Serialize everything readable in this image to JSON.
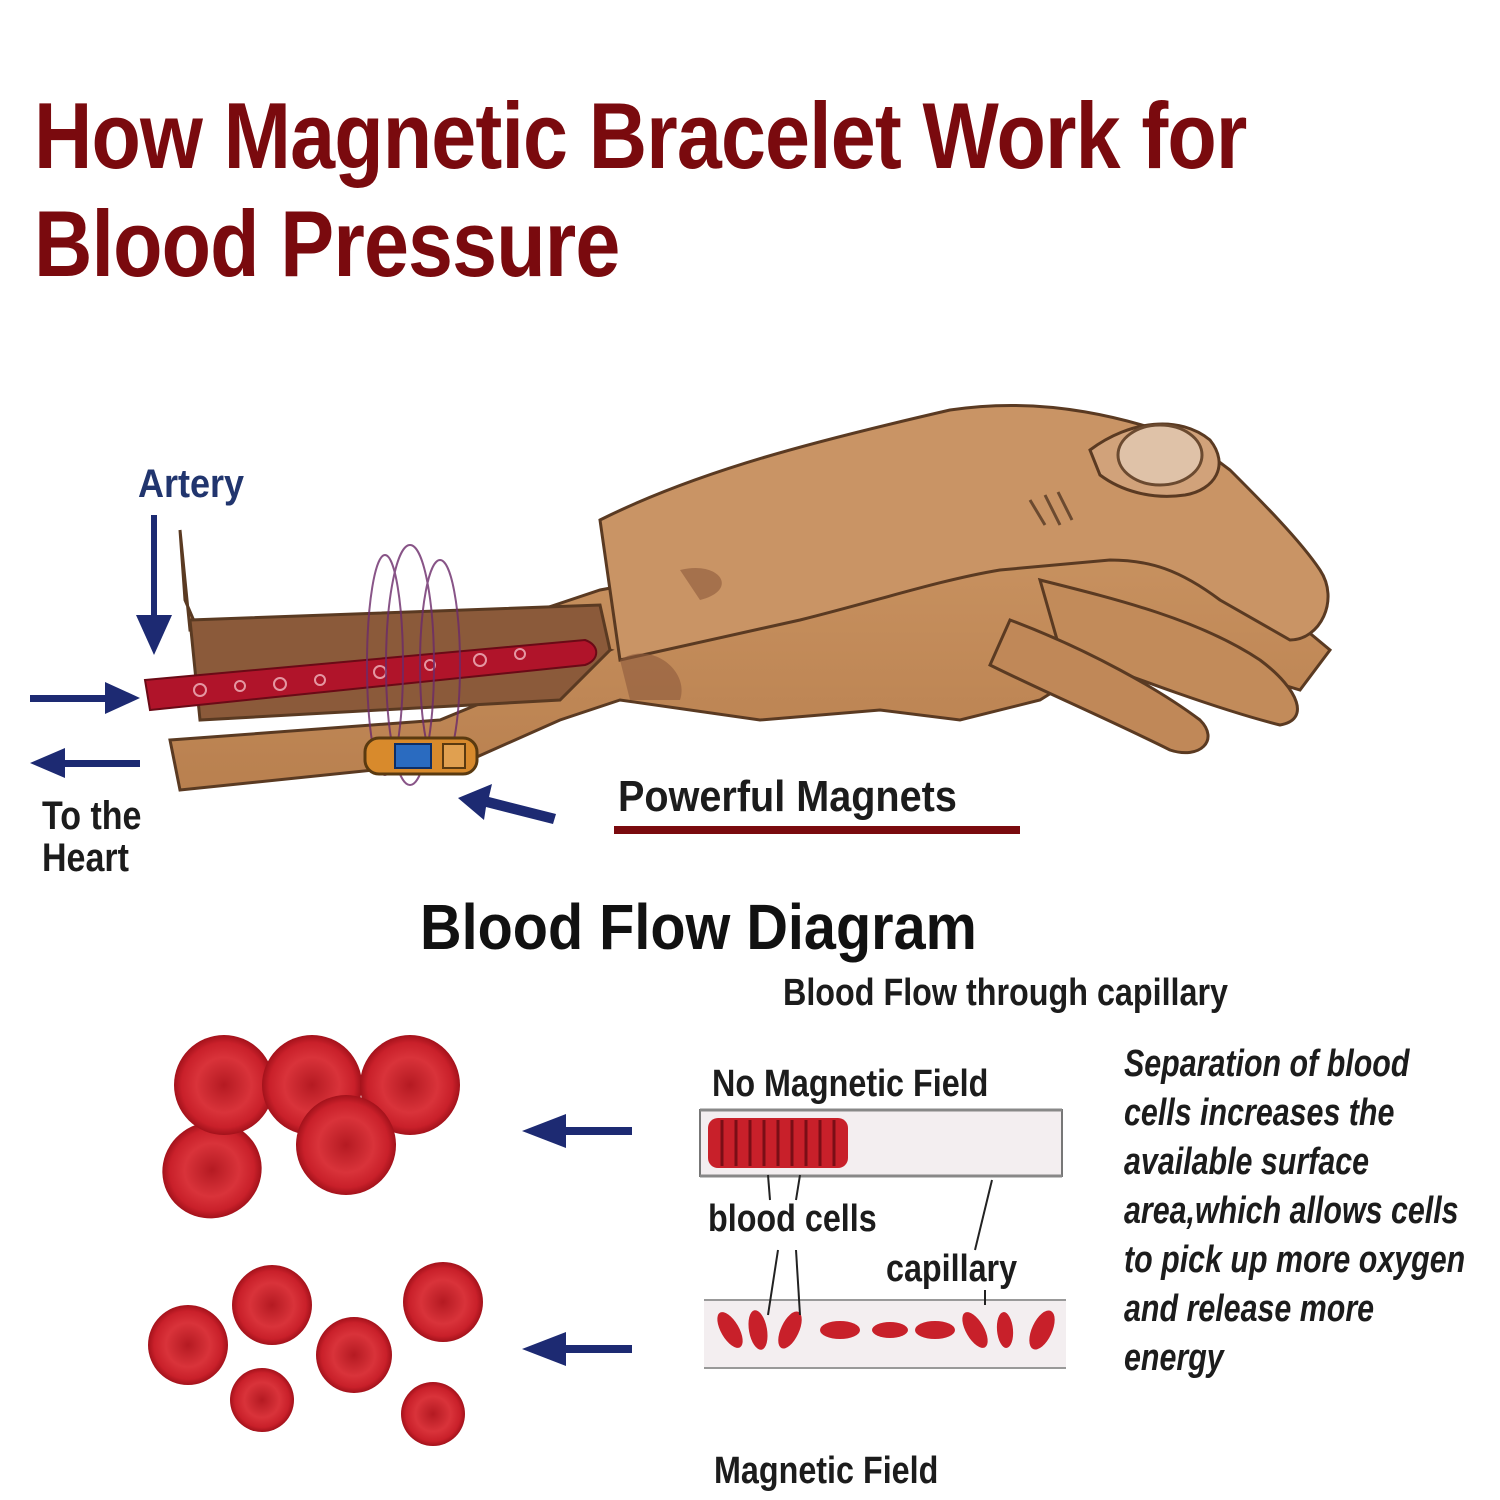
{
  "title": {
    "line1": "How Magnetic Bracelet Work for",
    "line2": "Blood Pressure"
  },
  "forearm": {
    "artery_label": "Artery",
    "heart_label_line1": "To the",
    "heart_label_line2": "Heart",
    "magnets_label": "Powerful Magnets"
  },
  "blood_flow": {
    "title": "Blood Flow Diagram",
    "subtitle": "Blood Flow through capillary",
    "no_field_label": "No Magnetic Field",
    "blood_cells_label": "blood cells",
    "capillary_label": "capillary",
    "field_label": "Magnetic Field",
    "explanation": "Separation of blood cells increases the available surface area,which allows cells to pick up more oxygen and release more energy"
  },
  "colors": {
    "title": "#7a0a0e",
    "skin": "#c8915f",
    "artery": "#b0142a",
    "arrow": "#1d2a72",
    "cell": "#d0232c"
  }
}
